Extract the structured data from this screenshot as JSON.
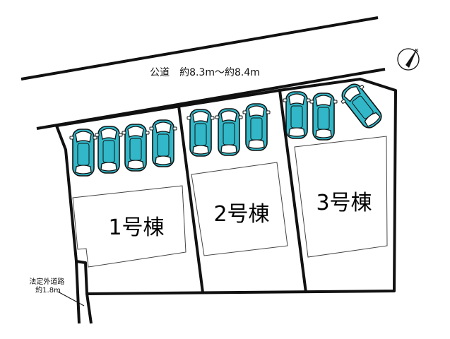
{
  "road": {
    "label": "公道　約8.3m～約8.4m"
  },
  "side_road": {
    "line1": "法定外道路",
    "line2": "約1.8m"
  },
  "lots": [
    {
      "house_label": "1号棟",
      "parking_spaces": 4
    },
    {
      "house_label": "2号棟",
      "parking_spaces": 3
    },
    {
      "house_label": "3号棟",
      "parking_spaces": 3
    }
  ],
  "compass": {
    "north_marker": "N"
  },
  "colors": {
    "car_body": "#31b7c8",
    "line": "#111111",
    "background": "#ffffff"
  }
}
